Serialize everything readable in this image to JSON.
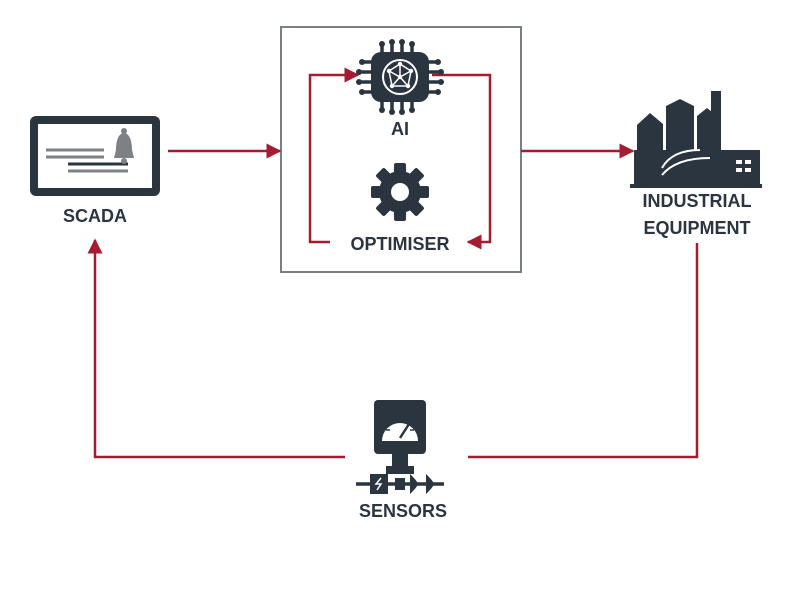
{
  "nodes": {
    "scada": {
      "label": "SCADA"
    },
    "ai": {
      "label": "AI"
    },
    "optimiser": {
      "label": "OPTIMISER"
    },
    "industrial": {
      "line1": "INDUSTRIAL",
      "line2": "EQUIPMENT"
    },
    "sensors": {
      "label": "SENSORS"
    }
  },
  "colors": {
    "dark": "#2b3540",
    "accent": "#a51c30",
    "box_border": "#7a7f85",
    "bell": "#7d8085",
    "screen_line": "#7d8085"
  },
  "icons": {
    "scada": "monitor-bell-icon",
    "ai": "ai-chip-icon",
    "optimiser": "gear-icon",
    "industrial": "factory-icon",
    "sensors": "pressure-gauge-icon"
  }
}
